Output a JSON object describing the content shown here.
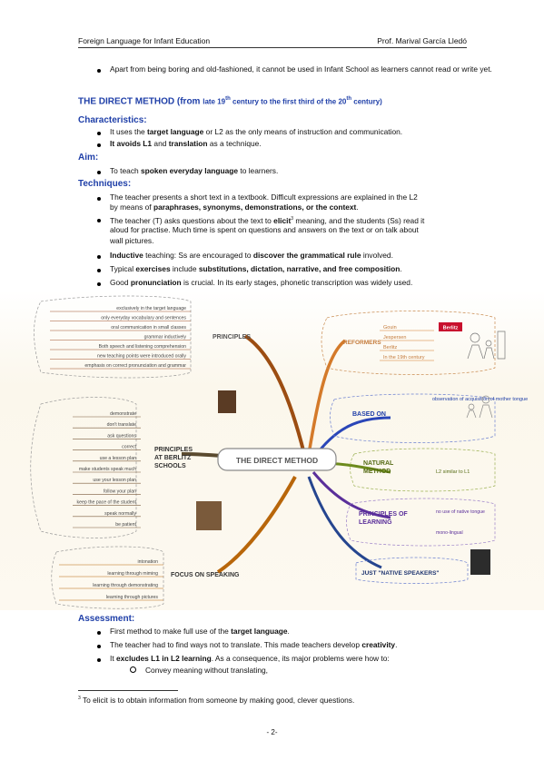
{
  "header": {
    "left": "Foreign Language for Infant Education",
    "right": "Prof. Marival García Lledó"
  },
  "intro_bullet": "Apart from being boring and old-fashioned, it cannot be used in Infant School as learners cannot read or write yet.",
  "title": {
    "main": "THE DIRECT METHOD (from ",
    "late": "late 19",
    "sup1": "th",
    "mid": " century to the first third of the 20",
    "sup2": "th",
    "end": " century)"
  },
  "characteristics": {
    "heading": "Characteristics:",
    "items": [
      {
        "pre": "It uses the ",
        "b1": "target language",
        "post": " or L2 as the only means of instruction and communication."
      },
      {
        "b1": "It avoids L1",
        "mid": " and ",
        "b2": "translation",
        "post": " as a technique."
      }
    ]
  },
  "aim": {
    "heading": "Aim:",
    "pre": "To teach ",
    "b": "spoken everyday language",
    "post": " to learners."
  },
  "techniques": {
    "heading": "Techniques:",
    "t1_l1": "The teacher presents a short text in a textbook. Difficult expressions are explained in the L2",
    "t1_l2a": "by means of ",
    "t1_l2b": "paraphrases, synonyms, demonstrations, or the context",
    "t2_l1a": "The teacher (T) asks questions about the text to ",
    "t2_l1b": "elicit",
    "t2_sup": "3",
    "t2_l1c": " meaning, and the students (Ss) read it",
    "t2_l2": "aloud for practise. Much time is spent on questions and answers on the text or on talk about",
    "t2_l3": "wall pictures.",
    "t3a": "Inductive",
    "t3b": " teaching: Ss are encouraged to ",
    "t3c": "discover the grammatical rule",
    "t3d": " involved.",
    "t4a": "Typical ",
    "t4b": "exercises",
    "t4c": " include ",
    "t4d": "substitutions, dictation, narrative, and free composition",
    "t5a": "Good ",
    "t5b": "pronunciation",
    "t5c": " is crucial. In its early stages, phonetic transcription was widely used."
  },
  "mindmap": {
    "center": "THE DIRECT METHOD",
    "principles": {
      "label": "PRINCIPLES",
      "items": [
        "exclusively in the target language",
        "only everyday vocabulary and sentences",
        "oral communication in small classes",
        "grammar inductively",
        "Both speech and listening comprehension",
        "new teaching points were introduced orally",
        "emphasis on correct pronunciation and grammar"
      ]
    },
    "reformers": {
      "label": "REFORMERS",
      "items": [
        "Gouin",
        "Jespersen",
        "Berlitz",
        "In the 19th century"
      ],
      "logo": "Berlitz"
    },
    "berlitz": {
      "label1": "PRINCIPLES",
      "label2": "AT BERLITZ",
      "label3": "SCHOOLS",
      "items": [
        "demonstrate",
        "don't translate",
        "ask questions",
        "correct",
        "use a lesson plan",
        "make students speak much",
        "use your lesson plan",
        "follow your plan",
        "keep the pace of the student",
        "speak normally",
        "be patient"
      ]
    },
    "based_on": {
      "label": "BASED ON",
      "note": "observation of acquisition of mother tongue"
    },
    "natural": {
      "label1": "NATURAL",
      "label2": "METHOD",
      "note": "L2 similar to L1"
    },
    "learning": {
      "label1": "PRINCIPLES OF",
      "label2": "LEARNING",
      "notes": [
        "no use of native tongue",
        "mono-lingual"
      ]
    },
    "focus": {
      "label": "FOCUS ON SPEAKING",
      "items": [
        "intonation",
        "learning through miming",
        "learning through demonstrating",
        "learning through pictures"
      ]
    },
    "native": {
      "label": "JUST \"NATIVE SPEAKERS\""
    }
  },
  "assessment": {
    "heading": "Assessment:",
    "a1a": "First method to make full use of the ",
    "a1b": "target language",
    "a2a": "The teacher had to find ways not to translate. This made teachers develop ",
    "a2b": "creativity",
    "a3a": "It ",
    "a3b": "excludes L1 in L2 learning",
    "a3c": ". As a consequence, its major problems were how to:",
    "sub1": "Convey meaning without translating,"
  },
  "footnote": {
    "num": "3",
    "text": " To elicit is to obtain information from someone by making good, clever questions."
  },
  "page": "- 2-"
}
